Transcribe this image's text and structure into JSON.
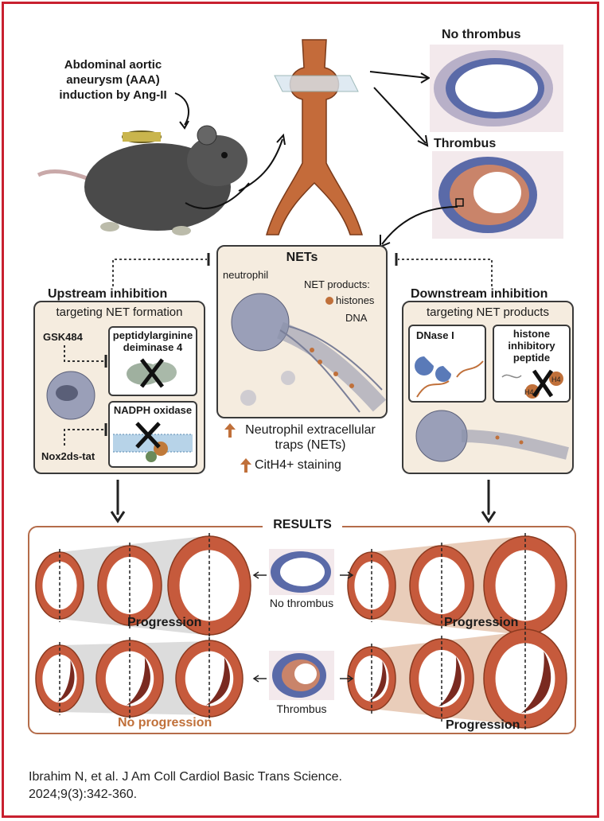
{
  "aaa_label": [
    "Abdominal aortic",
    "aneurysm (AAA)",
    "induction by Ang-II"
  ],
  "no_thrombus_title": "No thrombus",
  "thrombus_title": "Thrombus",
  "nets": {
    "title": "NETs",
    "neutrophil": "neutrophil",
    "products": "NET products:",
    "histones": "histones",
    "dna": "DNA",
    "finding1": [
      "Neutrophil extracellular",
      "traps (NETs)"
    ],
    "finding2": "CitH4+ staining"
  },
  "upstream": {
    "title": "Upstream inhibition",
    "subtitle": "targeting NET formation",
    "drug1": "GSK484",
    "target1": [
      "peptidylarginine",
      "deiminase 4"
    ],
    "drug2": "Nox2ds-tat",
    "target2": "NADPH oxidase"
  },
  "downstream": {
    "title": "Downstream inhibition",
    "subtitle": "targeting NET products",
    "drug1": "DNase I",
    "drug2": [
      "histone",
      "inhibitory",
      "peptide"
    ],
    "h4": "H4"
  },
  "results": {
    "title": "RESULTS",
    "progression": "Progression",
    "no_progression": "No progression",
    "no_thrombus": "No thrombus",
    "thrombus": "Thrombus"
  },
  "citation": [
    "Ibrahim N, et al. J Am Coll Cardiol Basic Trans Science.",
    "2024;9(3):342-360."
  ],
  "colors": {
    "frame": "#c8202f",
    "panel": "#f5ecdf",
    "accent": "#c0703a",
    "no_progression": "#c0703a",
    "vessel": "#c65a3c"
  }
}
